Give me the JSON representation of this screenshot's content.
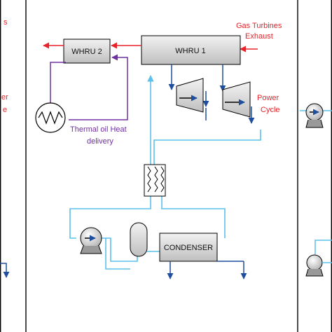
{
  "labels": {
    "gas_turbines_line1": "Gas Turbines",
    "gas_turbines_line2": "Exhaust",
    "whru1": "WHRU 1",
    "whru2": "WHRU 2",
    "power_cycle_line1": "Power",
    "power_cycle_line2": "Cycle",
    "thermal_oil_line1": "Thermal oil Heat",
    "thermal_oil_line2": "delivery",
    "condenser": "CONDENSER",
    "left_panel_fragment_1": "s",
    "left_panel_fragment_2": "er",
    "left_panel_fragment_3": "e"
  },
  "colors": {
    "exhaust": "#e8232a",
    "water": "#5bc0eb",
    "steam": "#1f4e9e",
    "thermal_oil": "#7030a0",
    "panel_border": "#000000",
    "equipment_fill": "#d9d9d9"
  },
  "icons": [
    "heat-exchanger-icon",
    "turbine-icon",
    "pump-icon",
    "separator-drum-icon",
    "recuperator-icon"
  ]
}
